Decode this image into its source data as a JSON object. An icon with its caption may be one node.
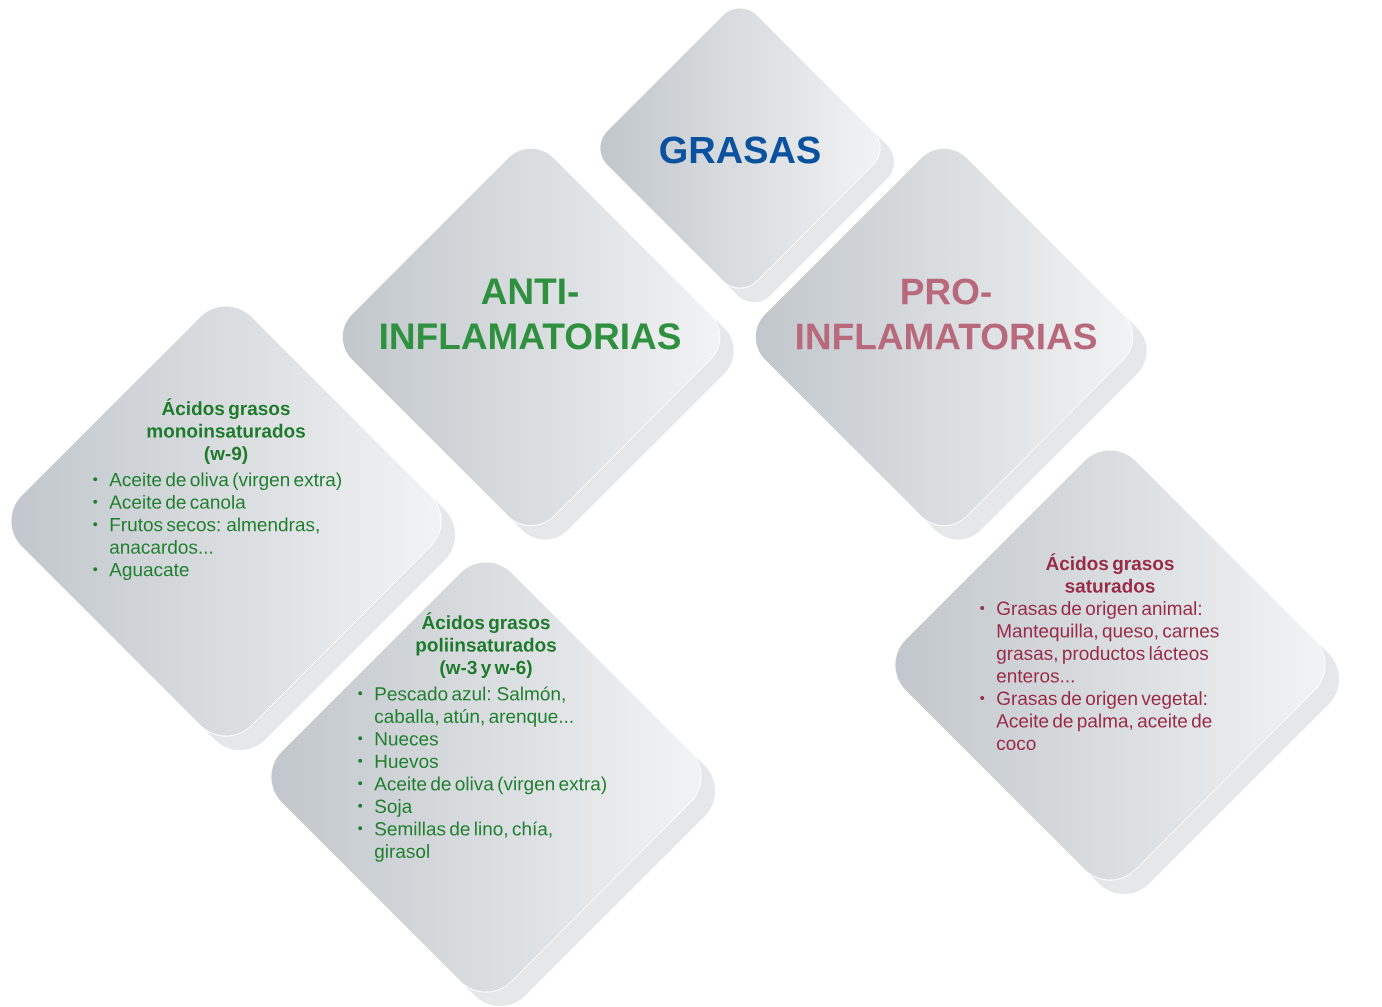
{
  "diagram": {
    "nodes": [
      {
        "text": [
          "GRASAS"
        ]
      },
      {
        "text": [
          "ANTI- INFLAMATORIAS"
        ]
      },
      {
        "text": [
          "PRO- INFLAMATORIAS"
        ]
      },
      {
        "text": [
          "Ácidos grasos monoinsaturados (w-9)",
          "Aceite de oliva (virgen extra)",
          "Aceite de canola",
          "Frutos secos: almendras, anacardos...",
          "Aguacate"
        ]
      },
      {
        "text": [
          "Ácidos grasos poliinsaturados (w-3 y w-6)",
          "Pescado azul: Salmón, caballa, atún, arenque...",
          "Nueces",
          "Huevos",
          "Aceite de oliva (virgen extra)",
          "Soja",
          "Semillas de lino, chía, girasol"
        ]
      },
      {
        "text": [
          "Ácidos grasos saturados",
          "Grasas de origen animal: Mantequilla, queso, carnes grasas, productos lácteos enteros...",
          "Grasas de origen vegetal: Aceite de palma, aceite de coco"
        ]
      }
    ]
  }
}
